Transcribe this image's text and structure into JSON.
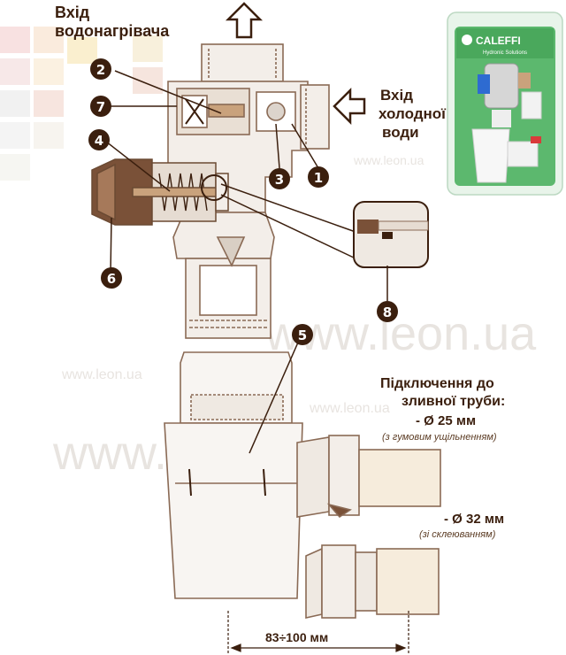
{
  "labels": {
    "hot_inlet": [
      "Вхід",
      "водонагрівача"
    ],
    "cold_inlet": [
      "Вхід",
      "холодної",
      "води"
    ],
    "connection_title": [
      "Підключення до",
      "зливної труби:"
    ],
    "d25": "- Ø 25 мм",
    "d25_note": "(з гумовим ущільненням)",
    "d32": "- Ø 32 мм",
    "d32_note": "(зі склеюванням)",
    "dimension": "83÷100 мм"
  },
  "callouts": [
    "1",
    "2",
    "3",
    "4",
    "5",
    "6",
    "7",
    "8"
  ],
  "brand": {
    "name": "CALEFFI",
    "tagline": "Hydronic Solutions"
  },
  "watermark": "www.leon.ua",
  "colors": {
    "outline": "#8a6a55",
    "dark": "#3b1f0e",
    "brass": "#c9a27c",
    "body_fill": "#f3eee9",
    "package_green": "#5cb86e"
  },
  "icons": {
    "arrow_up": "arrow-up-icon",
    "arrow_left": "arrow-left-icon"
  }
}
